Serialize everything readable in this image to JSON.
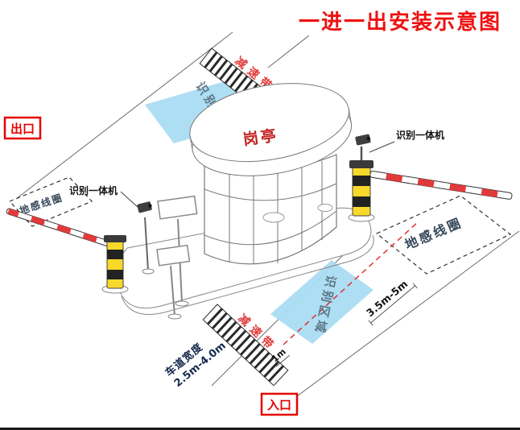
{
  "title": {
    "text": "一进一出安装示意图"
  },
  "gate": {
    "exit_label": "出口",
    "entrance_label": "入口",
    "booth_label": "岗亭"
  },
  "zones": {
    "recognition_top": "识别区域",
    "recognition_bottom": "识别区域",
    "speed_bump_top": "减速带",
    "speed_bump_bottom": "减速带",
    "coil_left": "地感线圈",
    "coil_right": "地感线圈"
  },
  "devices": {
    "camera_left_label": "识别一体机",
    "camera_right_label": "识别一体机"
  },
  "measurements": {
    "barrier_to_coil": "3.5m-5m",
    "zone_start": "1m",
    "lane_width_title": "车道宽度",
    "lane_width_range": "2.5m-4.0m"
  },
  "colors": {
    "title_red": "#ee1111",
    "zone_blue": "#aadcf2",
    "barrier_yellow": "#f6d92a",
    "stripe_red": "#e23a3a",
    "dash_red": "#e03030",
    "line_gray": "#666666"
  }
}
